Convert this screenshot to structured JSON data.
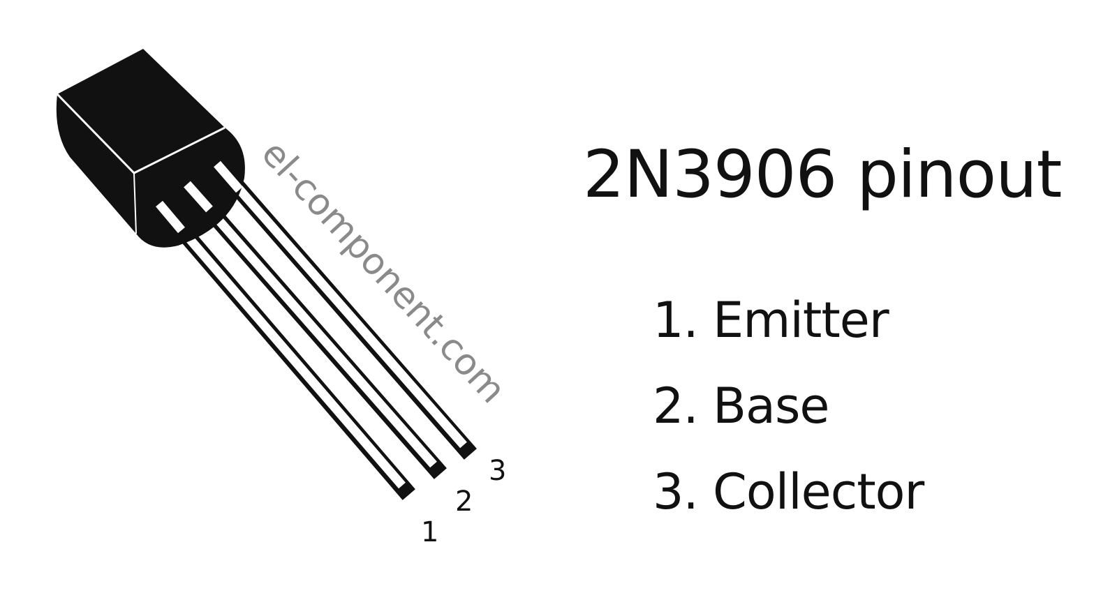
{
  "title": "2N3906 pinout",
  "watermark": "el-component.com",
  "lead_numbers": [
    "1",
    "2",
    "3"
  ],
  "pins": [
    {
      "label": "1. Emitter"
    },
    {
      "label": "2. Base"
    },
    {
      "label": "3. Collector"
    }
  ],
  "colors": {
    "body": "#111111",
    "watermark": "#8a8a8a",
    "text": "#111111"
  }
}
